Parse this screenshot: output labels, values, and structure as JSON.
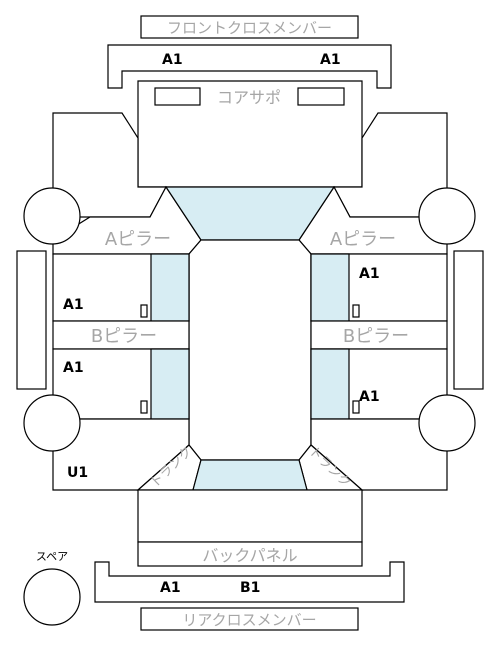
{
  "labels": {
    "front_cross_member": "フロントクロスメンバー",
    "core_support": "コアサポ",
    "a_pillar_left": "Aピラー",
    "a_pillar_right": "Aピラー",
    "b_pillar_left": "Bピラー",
    "b_pillar_right": "Bピラー",
    "trunk_left": "トランク",
    "trunk_right": "トランク",
    "back_panel": "バックパネル",
    "rear_cross_member": "リアクロスメンバー",
    "spare": "スペア"
  },
  "codes": {
    "front_left": "A1",
    "front_right": "A1",
    "upper_left": "A1",
    "lower_left": "A1",
    "upper_right": "A1",
    "lower_right": "A1",
    "rear_left_corner": "U1",
    "rear_left": "A1",
    "rear_right": "B1"
  },
  "colors": {
    "glass": "#d7edf3",
    "label_gray": "#a6a6a6",
    "line": "#000000"
  }
}
